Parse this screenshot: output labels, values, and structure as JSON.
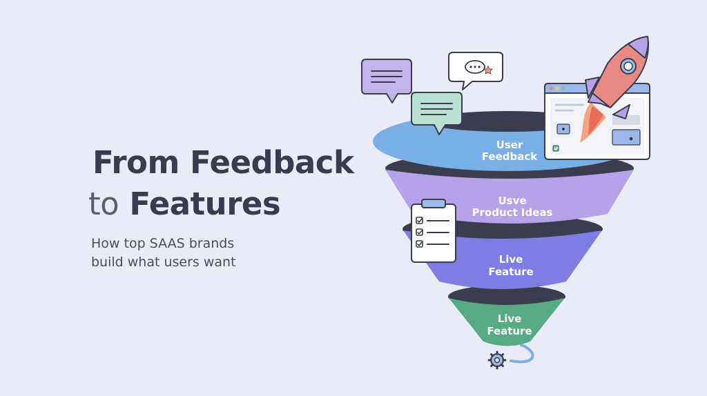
{
  "headline": {
    "line1": "From Feedback",
    "line2_prefix": "to",
    "line2_main": "Features"
  },
  "subheadline": {
    "line1": "How top SAAS brands",
    "line2": "build what users want"
  },
  "funnel": {
    "stages": [
      {
        "line1": "User",
        "line2": "Feedback",
        "color": "#7aaee6"
      },
      {
        "line1": "Usve",
        "line2": "Product Ideas",
        "color": "#b7a1e8"
      },
      {
        "line1": "Live",
        "line2": "Feature",
        "color": "#7f7ce2"
      },
      {
        "line1": "Live",
        "line2": "Feature",
        "color": "#56ab85"
      }
    ]
  },
  "colors": {
    "background": "#e9ecf6",
    "title": "#383c4e",
    "outline": "#3a3d4d"
  },
  "icons": [
    "chat-bubble-icon",
    "chat-bubble-icon",
    "chat-dots-icon",
    "clipboard-checklist-icon",
    "browser-window-icon",
    "rocket-icon",
    "gear-icon"
  ]
}
